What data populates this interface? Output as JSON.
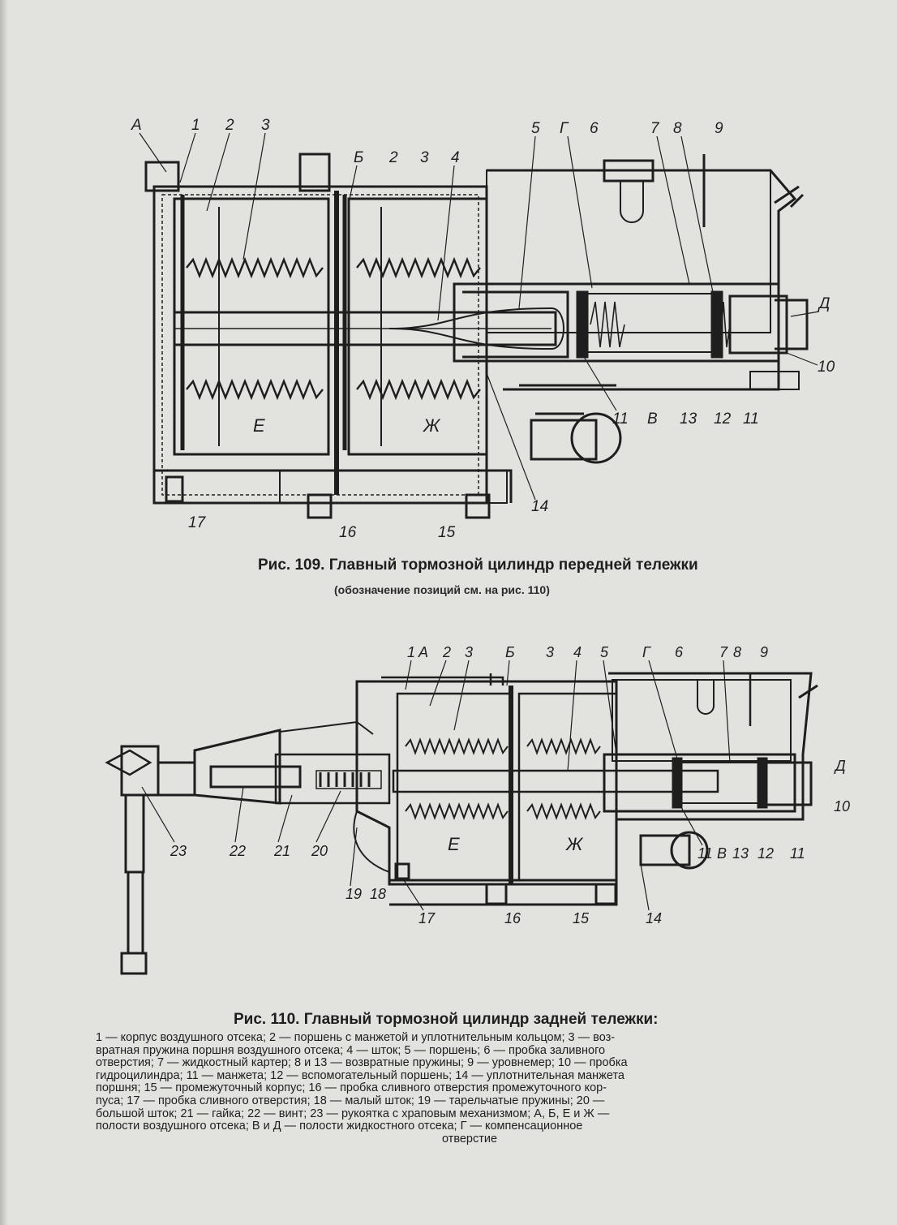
{
  "figure109": {
    "caption": "Рис. 109. Главный тормозной цилиндр передней тележки",
    "subcaption": "(обозначение позиций см. на рис. 110)",
    "labels_top": [
      "А",
      "1",
      "2",
      "3",
      "Б",
      "2",
      "3",
      "4",
      "5",
      "Г",
      "6",
      "7",
      "8",
      "9"
    ],
    "labels_right": [
      "Д",
      "10"
    ],
    "labels_bottom": [
      "11",
      "В",
      "13",
      "12",
      "11",
      "14",
      "17",
      "16",
      "15"
    ],
    "cavities": [
      "Е",
      "Ж"
    ]
  },
  "figure110": {
    "caption": "Рис. 110. Главный тормозной цилиндр задней тележки:",
    "labels_top": [
      "1",
      "А",
      "2",
      "3",
      "Б",
      "3",
      "4",
      "5",
      "Г",
      "6",
      "7",
      "8",
      "9"
    ],
    "labels_right": [
      "Д",
      "10"
    ],
    "labels_bottom": [
      "23",
      "22",
      "21",
      "20",
      "19",
      "18",
      "17",
      "16",
      "15",
      "14",
      "11",
      "В",
      "13",
      "12",
      "11"
    ],
    "cavities": [
      "Е",
      "Ж"
    ]
  },
  "legend_lines": [
    "1 — корпус воздушного отсека; 2 — поршень с манжетой и уплотнительным кольцом; 3 — воз-",
    "вратная пружина поршня воздушного отсека; 4 — шток; 5 — поршень; 6 — пробка заливного",
    "отверстия; 7 — жидкостный картер; 8 и 13 — возвратные пружины; 9 — уровнемер; 10 — пробка",
    "гидроцилиндра; 11 — манжета; 12 — вспомогательный поршень; 14 — уплотнительная манжета",
    "поршня; 15 — промежуточный корпус; 16 — пробка сливного отверстия промежуточного кор-",
    "пуса; 17 — пробка сливного отверстия; 18 — малый шток; 19 — тарельчатые пружины; 20 —",
    "большой шток; 21 — гайка; 22 — винт; 23 — рукоятка с храповым механизмом; А, Б, Е и Ж —",
    "полости воздушного отсека; В и Д — полости жидкостного отсека; Г — компенсационное"
  ],
  "legend_last": "отверстие"
}
